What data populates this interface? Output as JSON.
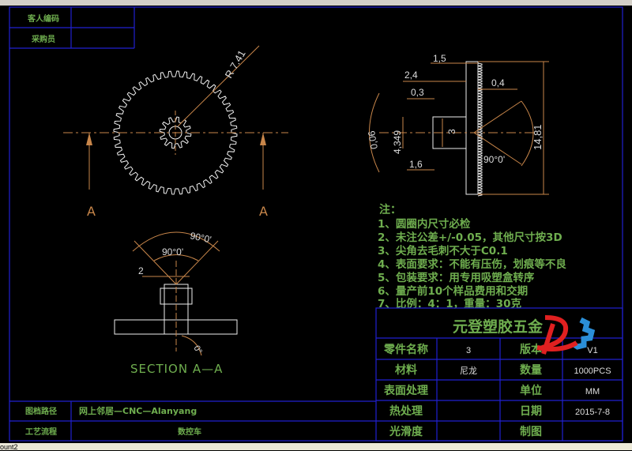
{
  "top_left_table": {
    "rows": [
      "客人编码",
      "采购员"
    ]
  },
  "bottom_left_table": {
    "rows": [
      {
        "label": "图档路径",
        "value": "网上邻居—CNC—Alanyang"
      },
      {
        "label": "工艺流程",
        "value": "数控车"
      }
    ]
  },
  "front_view": {
    "radius_dim": "R 7.41",
    "section_label_left": "A",
    "section_label_right": "A"
  },
  "section_view": {
    "title": "SECTION A—A",
    "angle_outer": "90°0'",
    "angle_inner": "90°0'",
    "dim_width": "2",
    "angle_bottom": "0°"
  },
  "side_view": {
    "dims": [
      "1,5",
      "2,4",
      "0,4",
      "0,3",
      "4,349",
      "3",
      "0,06",
      "1,6",
      "14,81",
      "90°0'"
    ]
  },
  "notes": {
    "title": "注：",
    "items": [
      "1、圆圈内尺寸必检",
      "2、未注公差+/-0.05，其他尺寸按3D",
      "3、尖角去毛刺不大于C0.1",
      "4、表面要求：不能有压伤，划痕等不良",
      "5、包装要求：用专用吸塑盒转序",
      "6、量产前10个样品费用和交期",
      "7、比例：4：1，重量：30克"
    ]
  },
  "title_block": {
    "company": "元登塑胶五金",
    "rows": [
      {
        "l1": "零件名称",
        "v1": "3",
        "l2": "版本",
        "v2": "V1"
      },
      {
        "l1": "材料",
        "v1": "尼龙",
        "l2": "数量",
        "v2": "1000PCS"
      },
      {
        "l1": "表面处理",
        "v1": "",
        "l2": "单位",
        "v2": "MM"
      },
      {
        "l1": "热处理",
        "v1": "",
        "l2": "日期",
        "v2": "2015-7-8"
      },
      {
        "l1": "光滑度",
        "v1": "",
        "l2": "制图",
        "v2": ""
      }
    ]
  },
  "command_line": "ount2"
}
